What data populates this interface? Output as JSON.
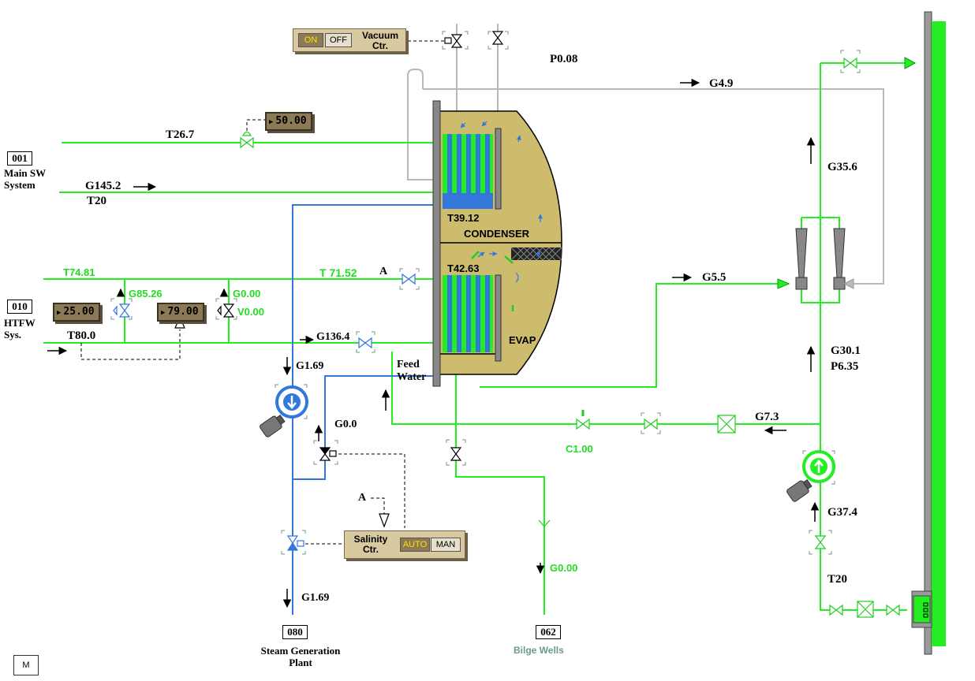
{
  "systems": {
    "main_sw": {
      "id": "001",
      "name_line1": "Main SW",
      "name_line2": "System"
    },
    "htfw": {
      "id": "010",
      "name_line1": "HTFW",
      "name_line2": "Sys."
    },
    "steam": {
      "id": "080",
      "name_line1": "Steam Generation",
      "name_line2": "Plant"
    },
    "bilge": {
      "id": "062",
      "name": "Bilge Wells"
    }
  },
  "vessel": {
    "condenser_label": "CONDENSER",
    "evap_label": "EVAP",
    "condenser_temp": "T39.12",
    "evap_temp": "T42.63",
    "feed_water_line1": "Feed",
    "feed_water_line2": "Water"
  },
  "readings": {
    "p_top": "P0.08",
    "g_top": "G4.9",
    "t_sw_in": "T26.7",
    "g_sw": "G145.2",
    "t_sw": "T20",
    "t_htfw_left": "T74.81",
    "t_htfw_right": "T 71.52",
    "a_mark": "A",
    "g_htfw_bypass": "G85.26",
    "g_htfw_v2": "G0.00",
    "v_htfw": "V0.00",
    "t_htfw_in": "T80.0",
    "g_htfw_main": "G136.4",
    "g_brine_down": "G1.69",
    "g_feed_ctrl": "G0.0",
    "a_salinity": "A",
    "g_steam": "G1.69",
    "g_bilge": "G0.00",
    "g_ejector_out": "G35.6",
    "g_ejector_in": "G5.5",
    "g_motive": "G30.1",
    "p_motive": "P6.35",
    "g_return": "G7.3",
    "c_valve": "C1.00",
    "g_pump": "G37.4",
    "t_pump": "T20"
  },
  "setpoints": {
    "sw_valve": "50.00",
    "htfw_bypass": "25.00",
    "htfw_temp": "79.00"
  },
  "controls": {
    "vacuum": {
      "title_line1": "Vacuum",
      "title_line2": "Ctr.",
      "on_label": "ON",
      "off_label": "OFF",
      "active": "ON"
    },
    "salinity": {
      "title_line1": "Salinity",
      "title_line2": "Ctr.",
      "auto_label": "AUTO",
      "man_label": "MAN",
      "active": "AUTO"
    }
  },
  "footer": {
    "menu_button": "M"
  },
  "colors": {
    "sea_water": "#22ee22",
    "fresh_water": "#3377dd",
    "vessel": "#cdbb6e",
    "vent_pipe": "#b8b8b8",
    "setpoint_box": "#8c7a56"
  }
}
